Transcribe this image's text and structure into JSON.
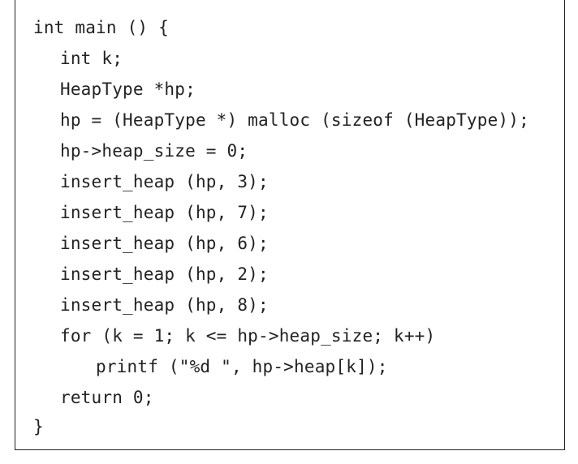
{
  "code": {
    "lines": [
      "int main () {",
      "int k;",
      "HeapType *hp;",
      "hp = (HeapType *) malloc (sizeof (HeapType));",
      "hp->heap_size = 0;",
      "insert_heap (hp, 3);",
      "insert_heap (hp, 7);",
      "insert_heap (hp, 6);",
      "insert_heap (hp, 2);",
      "insert_heap (hp, 8);",
      "for (k = 1; k <= hp->heap_size; k++)",
      "printf (\"%d \", hp->heap[k]);",
      "return 0;",
      "}"
    ]
  }
}
